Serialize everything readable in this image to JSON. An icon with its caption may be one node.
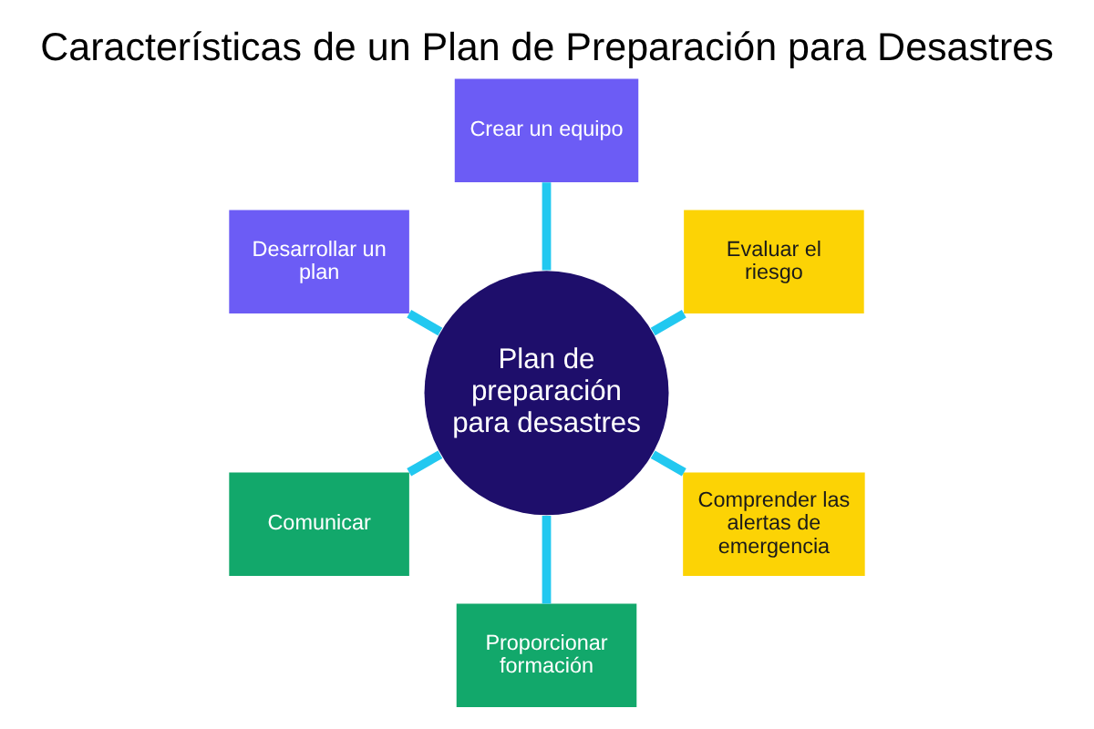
{
  "diagram": {
    "title": "Características de un Plan de Preparación para Desastres",
    "nodes": [
      {
        "text": [
          "Evaluar el riesgo"
        ]
      },
      {
        "text": [
          "Crear un equipo"
        ]
      },
      {
        "text": [
          "Desarrollar un plan"
        ]
      },
      {
        "text": [
          "Plan de preparación para desastres"
        ]
      },
      {
        "text": [
          "Comunicar"
        ]
      },
      {
        "text": [
          "Proporcionar formación"
        ]
      },
      {
        "text": [
          "Comprender las alertas de emergencia"
        ]
      }
    ],
    "edges": [
      {
        "from": 3,
        "to": 0,
        "arrow": "none"
      },
      {
        "from": 3,
        "to": 2,
        "arrow": "none"
      },
      {
        "from": 3,
        "to": 5,
        "arrow": "none"
      },
      {
        "from": 3,
        "to": 6,
        "arrow": "none"
      },
      {
        "from": 3,
        "to": 4,
        "arrow": "none"
      },
      {
        "from": 3,
        "to": 1,
        "arrow": "none"
      }
    ]
  }
}
